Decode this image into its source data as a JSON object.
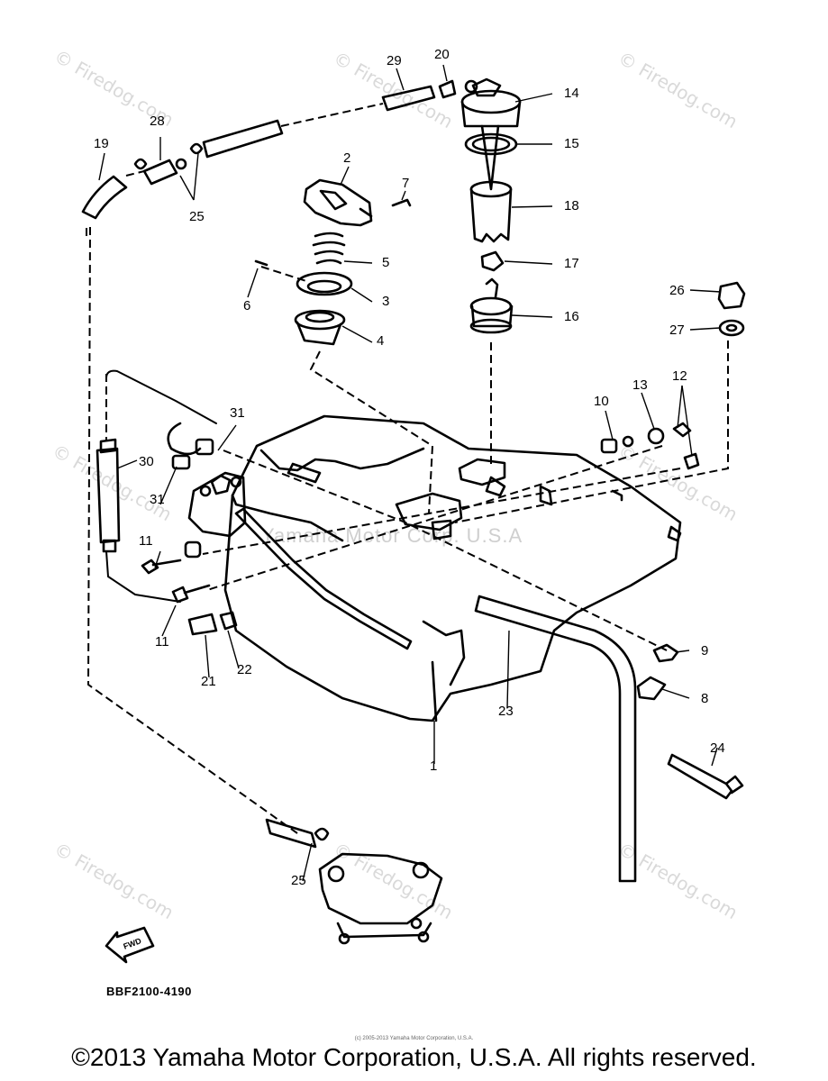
{
  "callouts": [
    {
      "id": "1",
      "label": "1"
    },
    {
      "id": "2",
      "label": "2"
    },
    {
      "id": "3",
      "label": "3"
    },
    {
      "id": "4",
      "label": "4"
    },
    {
      "id": "5",
      "label": "5"
    },
    {
      "id": "6",
      "label": "6"
    },
    {
      "id": "7",
      "label": "7"
    },
    {
      "id": "8",
      "label": "8"
    },
    {
      "id": "9",
      "label": "9"
    },
    {
      "id": "10",
      "label": "10"
    },
    {
      "id": "11a",
      "label": "11"
    },
    {
      "id": "11b",
      "label": "11"
    },
    {
      "id": "12",
      "label": "12"
    },
    {
      "id": "13",
      "label": "13"
    },
    {
      "id": "14",
      "label": "14"
    },
    {
      "id": "15",
      "label": "15"
    },
    {
      "id": "16",
      "label": "16"
    },
    {
      "id": "17",
      "label": "17"
    },
    {
      "id": "18",
      "label": "18"
    },
    {
      "id": "19",
      "label": "19"
    },
    {
      "id": "20",
      "label": "20"
    },
    {
      "id": "21",
      "label": "21"
    },
    {
      "id": "22",
      "label": "22"
    },
    {
      "id": "23",
      "label": "23"
    },
    {
      "id": "24",
      "label": "24"
    },
    {
      "id": "25a",
      "label": "25"
    },
    {
      "id": "25b",
      "label": "25"
    },
    {
      "id": "26",
      "label": "26"
    },
    {
      "id": "27",
      "label": "27"
    },
    {
      "id": "28",
      "label": "28"
    },
    {
      "id": "29",
      "label": "29"
    },
    {
      "id": "30",
      "label": "30"
    },
    {
      "id": "31a",
      "label": "31"
    },
    {
      "id": "31b",
      "label": "31"
    }
  ],
  "fwd_label": "FWD",
  "diagram_code": "BBF2100-4190",
  "faint_brand": "Yamaha Motor Corp. U.S.A",
  "watermark_text": "© Firedog.com",
  "small_copyright": "(c) 2005-2013 Yamaha Motor Corporation, U.S.A.",
  "footer_copyright": "©2013 Yamaha Motor Corporation, U.S.A. All rights reserved."
}
